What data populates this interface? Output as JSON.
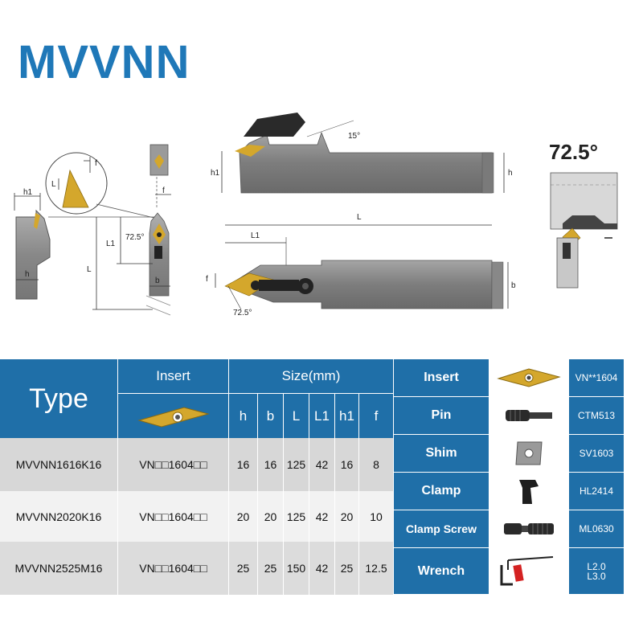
{
  "title": "MVVNN",
  "drawing": {
    "angle_big": "72.5°",
    "labels": {
      "h1": "h1",
      "h": "h",
      "f": "f",
      "L": "L",
      "L1": "L1",
      "b": "b",
      "ang_small": "72.5°",
      "deg15": "15°"
    }
  },
  "spec_table": {
    "type_header": "Type",
    "insert_header": "Insert",
    "size_header": "Size(mm)",
    "columns": [
      "h",
      "b",
      "L",
      "L1",
      "h1",
      "f"
    ],
    "rows": [
      {
        "type": "MVVNN1616K16",
        "insert": "VN□□1604□□",
        "h": "16",
        "b": "16",
        "L": "125",
        "L1": "42",
        "h1": "16",
        "f": "8"
      },
      {
        "type": "MVVNN2020K16",
        "insert": "VN□□1604□□",
        "h": "20",
        "b": "20",
        "L": "125",
        "L1": "42",
        "h1": "20",
        "f": "10"
      },
      {
        "type": "MVVNN2525M16",
        "insert": "VN□□1604□□",
        "h": "25",
        "b": "25",
        "L": "150",
        "L1": "42",
        "h1": "25",
        "f": "12.5"
      }
    ]
  },
  "components": [
    {
      "label": "Insert",
      "code": "VN**1604",
      "icon": "diamond-insert-icon"
    },
    {
      "label": "Pin",
      "code": "CTM513",
      "icon": "pin-screw-icon"
    },
    {
      "label": "Shim",
      "code": "SV1603",
      "icon": "shim-plate-icon"
    },
    {
      "label": "Clamp",
      "code": "HL2414",
      "icon": "clamp-icon"
    },
    {
      "label": "Clamp Screw",
      "code": "ML0630",
      "icon": "clamp-screw-icon"
    },
    {
      "label": "Wrench",
      "code": "L2.0\nL3.0",
      "icon": "hex-wrench-icon"
    }
  ],
  "colors": {
    "header_blue": "#1f6fa8",
    "title_blue": "#1f78b8",
    "insert_gold": "#d4a72c",
    "holder_grey": "#8a8a8a"
  }
}
